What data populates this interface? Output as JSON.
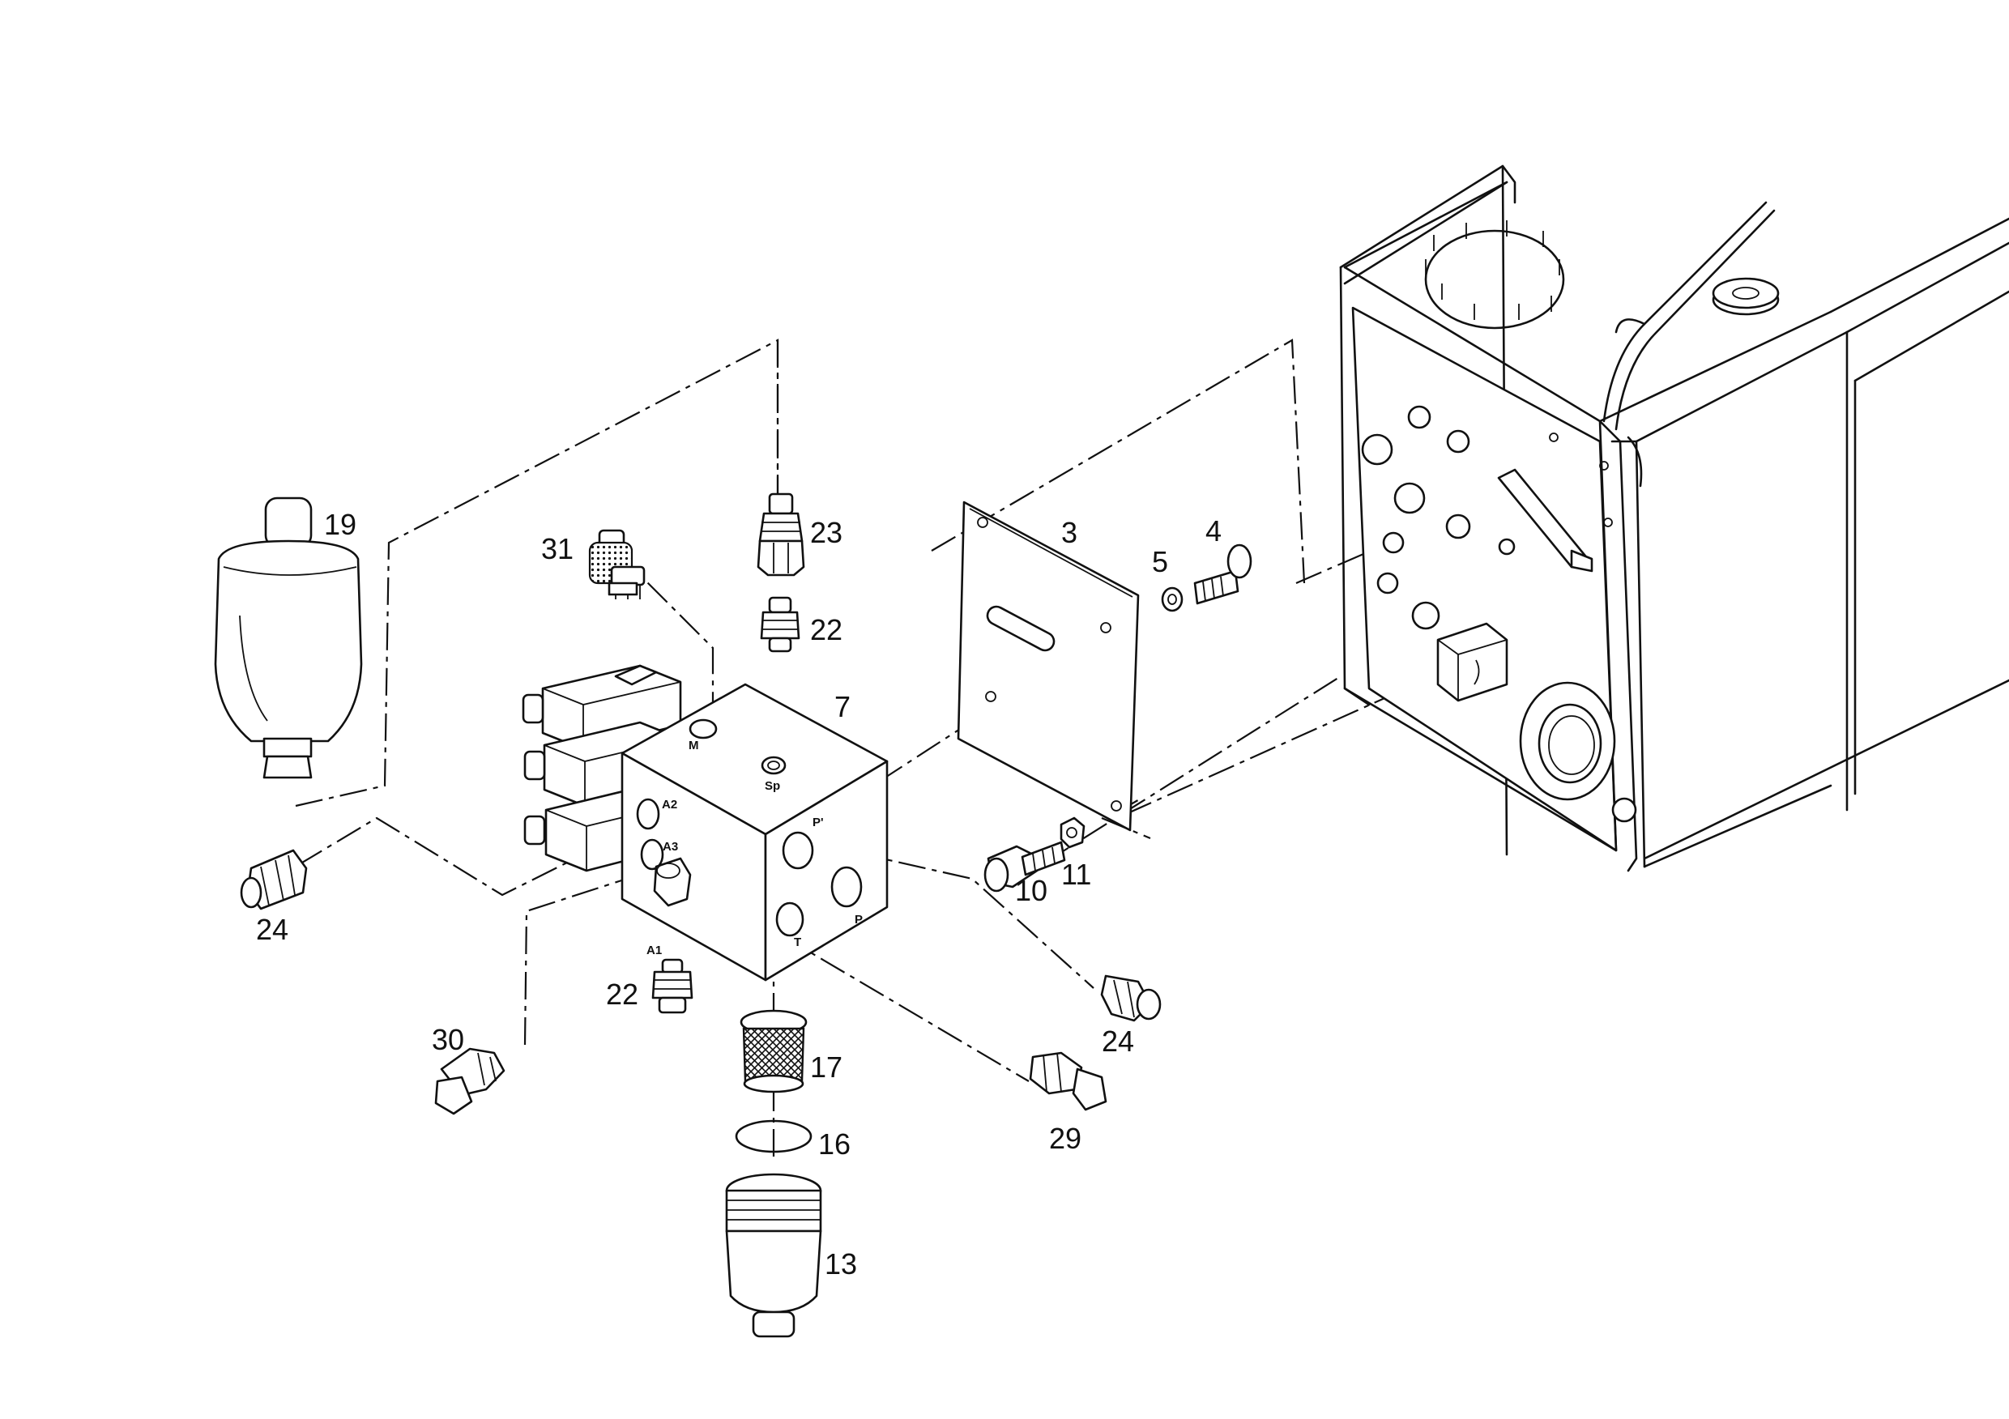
{
  "callouts": {
    "c3": "3",
    "c4": "4",
    "c5": "5",
    "c7": "7",
    "c10": "10",
    "c11": "11",
    "c13": "13",
    "c16": "16",
    "c17": "17",
    "c19": "19",
    "c22a": "22",
    "c22b": "22",
    "c23": "23",
    "c24a": "24",
    "c24b": "24",
    "c29": "29",
    "c30": "30",
    "c31": "31"
  },
  "ports": {
    "M": "M",
    "Sp": "Sp",
    "A1": "A1",
    "A2": "A2",
    "A3": "A3",
    "P1": "P'",
    "P": "P",
    "T": "T"
  },
  "colors": {
    "ink": "#111111",
    "paper": "#ffffff"
  }
}
